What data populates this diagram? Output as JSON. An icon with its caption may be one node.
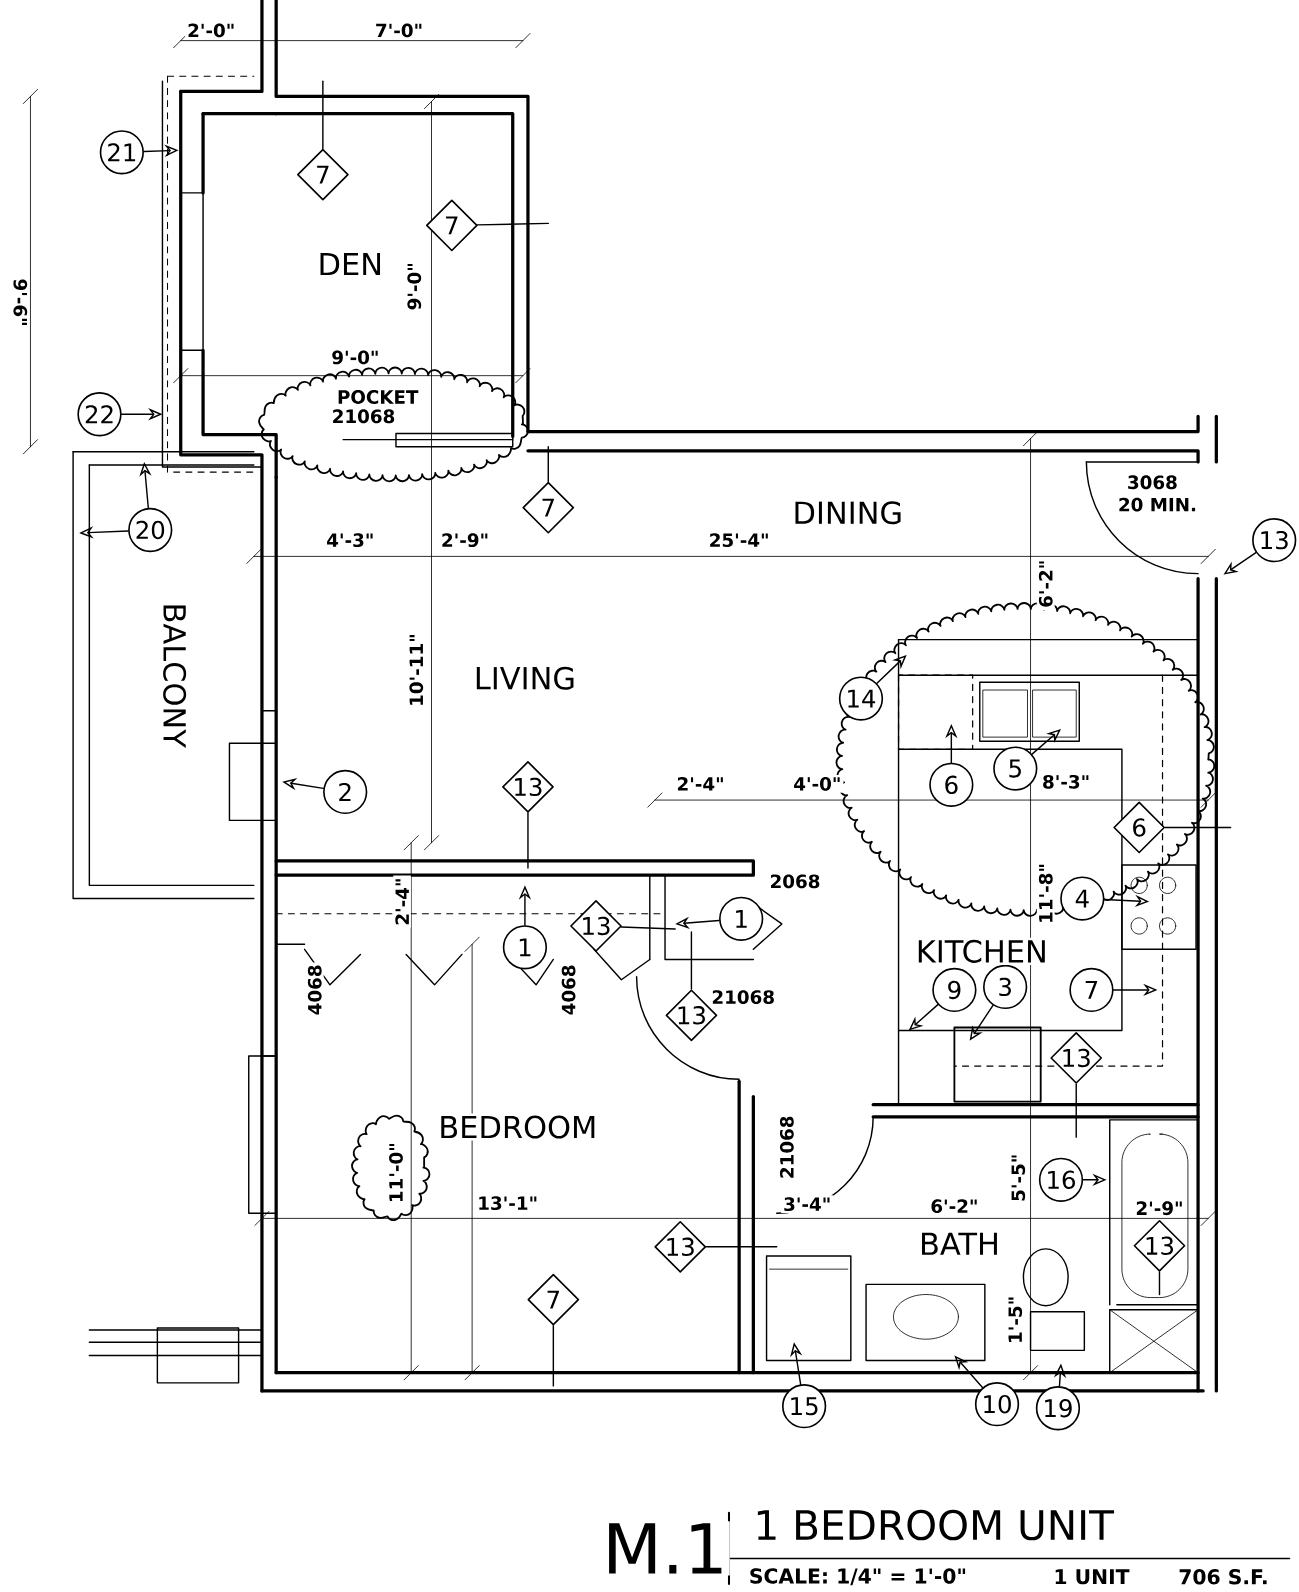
{
  "diagram": {
    "title": "1 BEDROOM UNIT",
    "nodes": [
      {
        "text": [
          "21"
        ]
      },
      {
        "text": [
          "22"
        ]
      },
      {
        "text": [
          "20"
        ]
      },
      {
        "text": [
          "7"
        ]
      },
      {
        "text": [
          "7"
        ]
      },
      {
        "text": [
          "7"
        ]
      },
      {
        "text": [
          "13"
        ]
      },
      {
        "text": [
          "14"
        ]
      },
      {
        "text": [
          "6"
        ]
      },
      {
        "text": [
          "5"
        ]
      },
      {
        "text": [
          "2"
        ]
      },
      {
        "text": [
          "13"
        ]
      },
      {
        "text": [
          "6"
        ]
      },
      {
        "text": [
          "4"
        ]
      },
      {
        "text": [
          "1"
        ]
      },
      {
        "text": [
          "13"
        ]
      },
      {
        "text": [
          "1"
        ]
      },
      {
        "text": [
          "13"
        ]
      },
      {
        "text": [
          "9"
        ]
      },
      {
        "text": [
          "3"
        ]
      },
      {
        "text": [
          "7"
        ]
      },
      {
        "text": [
          "13"
        ]
      },
      {
        "text": [
          "16"
        ]
      },
      {
        "text": [
          "13"
        ]
      },
      {
        "text": [
          "13"
        ]
      },
      {
        "text": [
          "7"
        ]
      },
      {
        "text": [
          "15"
        ]
      },
      {
        "text": [
          "10"
        ]
      },
      {
        "text": [
          "19"
        ]
      }
    ],
    "edges": [
      {
        "from": 0,
        "to": null,
        "arrow": "to"
      },
      {
        "from": 1,
        "to": null,
        "arrow": "to"
      },
      {
        "from": 2,
        "to": null,
        "arrow": "to"
      },
      {
        "from": 2,
        "to": null,
        "arrow": "to"
      },
      {
        "from": 3,
        "to": null,
        "arrow": "none"
      },
      {
        "from": 4,
        "to": null,
        "arrow": "none"
      },
      {
        "from": 5,
        "to": null,
        "arrow": "none"
      },
      {
        "from": 6,
        "to": null,
        "arrow": "to"
      },
      {
        "from": 7,
        "to": null,
        "arrow": "to"
      },
      {
        "from": 8,
        "to": null,
        "arrow": "to"
      },
      {
        "from": 9,
        "to": null,
        "arrow": "to"
      },
      {
        "from": 10,
        "to": null,
        "arrow": "to"
      },
      {
        "from": 11,
        "to": null,
        "arrow": "none"
      },
      {
        "from": 12,
        "to": null,
        "arrow": "none"
      },
      {
        "from": 13,
        "to": null,
        "arrow": "to"
      },
      {
        "from": 14,
        "to": null,
        "arrow": "to"
      },
      {
        "from": 15,
        "to": null,
        "arrow": "none"
      },
      {
        "from": 16,
        "to": null,
        "arrow": "to"
      },
      {
        "from": 17,
        "to": null,
        "arrow": "none"
      },
      {
        "from": 18,
        "to": null,
        "arrow": "to"
      },
      {
        "from": 19,
        "to": null,
        "arrow": "to"
      },
      {
        "from": 20,
        "to": null,
        "arrow": "to"
      },
      {
        "from": 21,
        "to": null,
        "arrow": "none"
      },
      {
        "from": 22,
        "to": null,
        "arrow": "to"
      },
      {
        "from": 23,
        "to": null,
        "arrow": "none"
      },
      {
        "from": 24,
        "to": null,
        "arrow": "none"
      },
      {
        "from": 25,
        "to": null,
        "arrow": "none"
      },
      {
        "from": 26,
        "to": null,
        "arrow": "to"
      },
      {
        "from": 27,
        "to": null,
        "arrow": "to"
      },
      {
        "from": 28,
        "to": null,
        "arrow": "to"
      }
    ],
    "labels": [
      "2'-0\"",
      "7'-0\"",
      "9'-6\"",
      "DEN",
      "9'-0\"",
      "9'-0\"",
      "POCKET",
      "21068",
      "3068",
      "20 MIN.",
      "DINING",
      "4'-3\"",
      "2'-9\"",
      "25'-4\"",
      "6'-2\"",
      "BALCONY",
      "LIVING",
      "10'-11\"",
      "2'-4\"",
      "4'-0\"",
      "8'-3\"",
      "11'-8\"",
      "2068",
      "2'-4\"",
      "KITCHEN",
      "4068",
      "4068",
      "21068",
      "BEDROOM",
      "11'-0\"",
      "21068",
      "5'-5\"",
      "13'-1\"",
      "3'-4\"",
      "6'-2\"",
      "2'-9\"",
      "BATH",
      "1'-5\"",
      "M.1",
      "SCALE: 1/4\" = 1'-0\"",
      "1 UNIT",
      "706 S.F."
    ]
  }
}
